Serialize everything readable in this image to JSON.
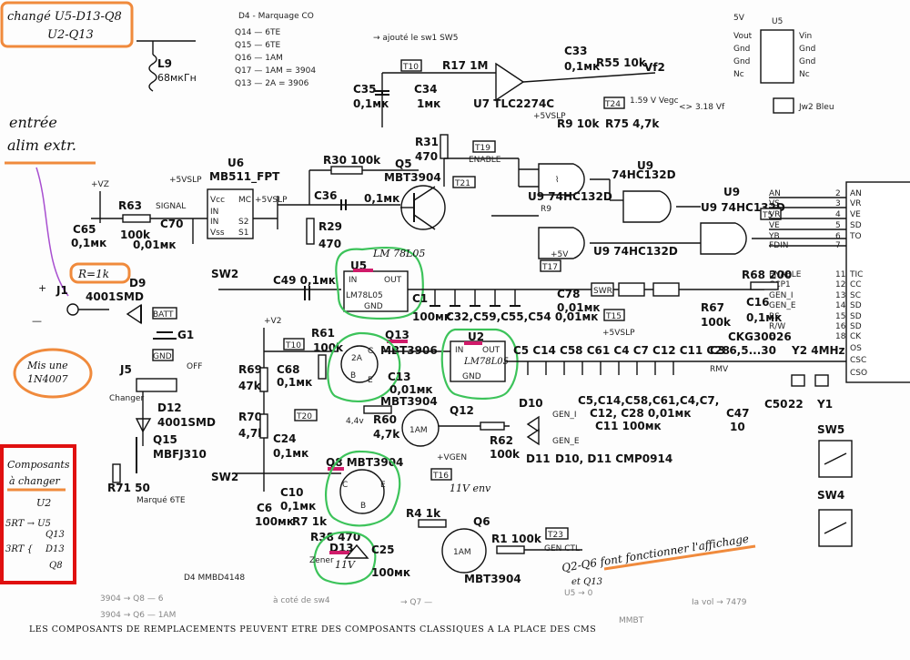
{
  "notes": {
    "changed_line1": "changé U5-D13-Q8",
    "changed_line2": "U2-Q13",
    "entree1": "entrée",
    "entree2": "alim extr.",
    "mis_une1": "Mis une",
    "mis_une2": "1N4007",
    "comp_title1": "Composants",
    "comp_title2": "à changer",
    "comp_u2": "U2",
    "comp_5rt": "5RT → U5",
    "comp_3rt": "3RT {",
    "comp_q13": "Q13",
    "comp_d13": "D13",
    "comp_q8": "Q8",
    "affichage1": "Q2-Q6 font fonctionner l'affichage",
    "affichage2": "et Q13",
    "footer": "LES COMPOSANTS DE REMPLACEMENTS PEUVENT ETRE DES COMPOSANTS CLASSIQUES A LA PLACE DES CMS",
    "r_1k": "R=1k",
    "lm_u5": "LM 78L05",
    "lm_u2": "LM78L05",
    "v11": "11V",
    "v11env": "11V env"
  },
  "labels": {
    "l9": "L9",
    "l9v": "68мкГн",
    "u6": "U6",
    "u6n": "MB511_FPT",
    "r63": "R63",
    "r63v": "100k",
    "c70": "C70",
    "c70v": "0,01мк",
    "c65": "C65",
    "c65v": "0,1мк",
    "signal": "SIGNAL",
    "vslp": "+5VSLP",
    "vz": "+VZ",
    "r30": "R30 100k",
    "c36": "C36",
    "c36v": "0,1мк",
    "r29": "R29",
    "r29v": "470",
    "q5": "Q5",
    "q5n": "MBT3904",
    "r31": "R31",
    "r31v": "470",
    "c35": "C35",
    "c35v": "0,1мк",
    "c34": "C34",
    "c34v": "1мк",
    "r17": "R17 1M",
    "c33": "C33",
    "c33v": "0,1мк",
    "r55": "R55 10k",
    "vf2": "Vf2",
    "u7": "U7 TLC2274C",
    "t10": "T10",
    "t24": "T24",
    "vegc": "1.59 V Vegc",
    "vf1": "<> 3.18 Vf",
    "r9": "R9 10k",
    "r75": "R75 4,7k",
    "u9a": "U9 74HC132D",
    "u9b": "U9 74HC132D",
    "u9c": "U9 74HC132D",
    "u9d": "74HC132D",
    "t19": "T19",
    "enable": "ENABLE",
    "t21": "T21",
    "t5": "T5",
    "t17": "T17",
    "u5": "U5",
    "u5n": "LM78L05",
    "in": "IN",
    "out": "OUT",
    "gnd": "GND",
    "c49": "C49 0,1мк",
    "sw2": "SW2",
    "j1": "J1",
    "d9": "D9",
    "d9n": "4001SMD",
    "batt": "BATT",
    "g1": "G1",
    "gnd2": "GND",
    "c1": "C1",
    "c1v": "100мк",
    "cgroup1": "C32,C59,C55,C54 0,01мк",
    "c78": "C78",
    "c78v": "0,01мк",
    "t15": "T15",
    "swr": "SWR",
    "r68": "R68 200",
    "r67": "R67",
    "r67v": "100k",
    "c16": "C16",
    "c16v": "0,1мк",
    "ckg": "CKG30026",
    "r61": "R61",
    "r61v": "100k",
    "q13": "Q13",
    "q13n": "MBT3906",
    "c13": "C13",
    "c13v": "0,01мк",
    "u2": "U2",
    "c5row": "C5 C14 C58 C61 C4 C7 C12 C11 C28",
    "c3": "C3 6,5...30",
    "y2": "Y2 4MHz",
    "rmv": "RMV",
    "c47": "C47",
    "c47v": "10",
    "c50": "C50",
    "c50v": "22",
    "y1": "Y1",
    "cgroup2": "C5,C14,C58,C61,C4,C7,",
    "cgroup3": "C12, C28 0,01мк",
    "cgroup4": "C11 100мк",
    "r69": "R69",
    "r69v": "47k",
    "c68": "C68",
    "c68v": "0,1мк",
    "r70": "R70",
    "r70v": "4,7k",
    "c24": "C24",
    "c24v": "0,1мк",
    "t20": "T20",
    "j5": "J5",
    "d12": "D12",
    "d12n": "4001SMD",
    "q15": "Q15",
    "q15n": "MBFJ310",
    "r71": "R71 50",
    "mbt3904": "MBT3904",
    "q12": "Q12",
    "r60": "R60",
    "r60v": "4,7k",
    "r62": "R62",
    "r62v": "100k",
    "d10": "D10",
    "d11": "D11",
    "d1011": "D10, D11 CMP0914",
    "gen1": "GEN_I",
    "gene": "GEN_E",
    "q8": "Q8 MBT3904",
    "vgen": "+VGEN",
    "t16": "T16",
    "c6": "C6",
    "c6v": "100мк",
    "c10": "C10",
    "c10v": "0,1мк",
    "r7": "-R7 1k",
    "r4": "R4 1k",
    "r38": "R38 470",
    "d13": "D13",
    "c25": "C25",
    "c25v": "100мк",
    "q6": "Q6",
    "q6n": "MBT3904",
    "r1": "R1 100k",
    "t23": "T23",
    "genctl": "GEN CTL",
    "sw5": "SW5",
    "sw4": "SW4",
    "u5top": "U5",
    "d4": "D4 MMBD4148",
    "pins": [
      "AN",
      "VS",
      "VR",
      "VE",
      "FDIN",
      "YB",
      "ENABLE",
      "CCP1",
      "GEN_I",
      "GEN_E",
      "RS",
      "R/W",
      "E"
    ],
    "pinnums": [
      "2",
      "3",
      "4",
      "5",
      "6",
      "7",
      "11",
      "12",
      "13",
      "14",
      "15",
      "16",
      "18"
    ],
    "rightcol": [
      "AN",
      "VR",
      "VE",
      "SD",
      "TO",
      "TIC",
      "CC",
      "SC",
      "SD",
      "SD",
      "SD",
      "CK",
      "OS",
      "CSC",
      "CSO"
    ]
  },
  "colors": {
    "green": "#3cc35a",
    "orange": "#f08a3c",
    "red": "#e01010",
    "magenta": "#d01b6a"
  }
}
